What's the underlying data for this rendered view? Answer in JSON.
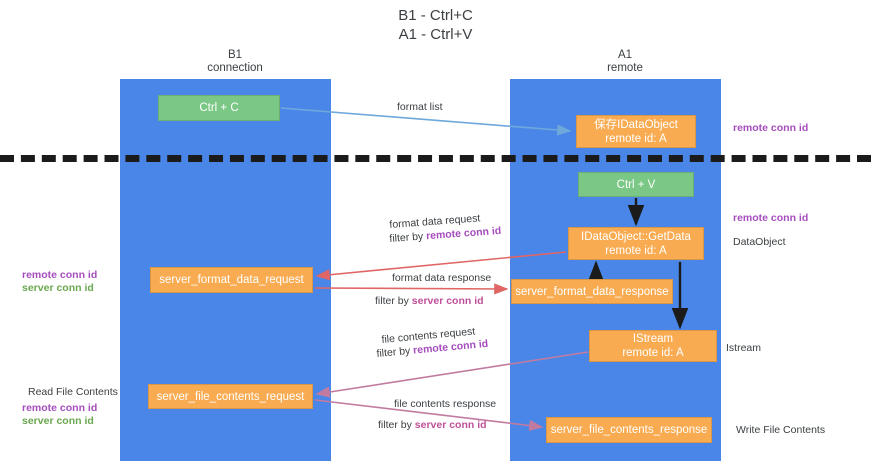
{
  "title": "B1 - Ctrl+C\nA1 - Ctrl+V",
  "columns": {
    "left": {
      "name": "B1",
      "role": "connection",
      "label": "B1\nconnection"
    },
    "right": {
      "name": "A1",
      "role": "remote",
      "label": "A1\nremote"
    }
  },
  "nodes": {
    "ctrl_c": {
      "label": "Ctrl + C",
      "color": "#7bc785"
    },
    "data_object": {
      "label": "保存IDataObject\nremote id: A",
      "color": "#f9ab51"
    },
    "ctrl_v": {
      "label": "Ctrl + V",
      "color": "#7bc785"
    },
    "get_data": {
      "label": "IDataObject::GetData\nremote id: A",
      "color": "#f9ab51"
    },
    "format_req": {
      "label": "server_format_data_request",
      "color": "#f9ab51"
    },
    "format_resp": {
      "label": "server_format_data_response",
      "color": "#f9ab51"
    },
    "istream": {
      "label": "IStream\nremote id: A",
      "color": "#f9ab51"
    },
    "file_req": {
      "label": "server_file_contents_request",
      "color": "#f9ab51"
    },
    "file_resp": {
      "label": "server_file_contents_response",
      "color": "#f9ab51"
    }
  },
  "edges": {
    "format_list": "format list",
    "fd_request": "format data request",
    "fd_request_filter": "filter by ",
    "fd_request_key": "remote conn id",
    "fd_response": "format data response",
    "fd_response_filter": "filter by ",
    "fd_response_key": "server conn id",
    "fc_request": "file contents request",
    "fc_request_filter": "filter by ",
    "fc_request_key": "remote conn id",
    "fc_response": "file contents response",
    "fc_response_filter": "filter by ",
    "fc_response_key": "server conn id"
  },
  "annotations": {
    "right_top_conn": "remote conn id",
    "right_mid_conn": "remote conn id",
    "right_dataobject": "DataObject",
    "right_istream": "Istream",
    "right_write": "Write File Contents",
    "left_conn_ids": "remote conn id\nserver conn id",
    "left_read": "Read File Contents",
    "left_conn_ids2": "remote conn id\nserver conn id"
  },
  "colors": {
    "lane": "#4a86e8",
    "green_node": "#7bc785",
    "orange_node": "#f9ab51",
    "divider": "#1b1b1b",
    "arrow_blue": "#6fa8dc",
    "arrow_black": "#1b1b1b",
    "arrow_red": "#e06666",
    "arrow_purple": "#c27ba0",
    "key_purple": "#a64dbd",
    "key_green": "#6aa84f"
  }
}
